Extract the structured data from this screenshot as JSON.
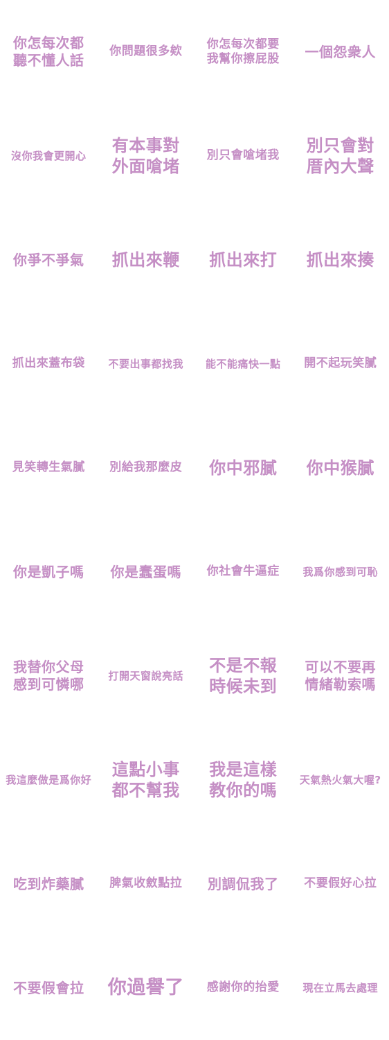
{
  "stickers": [
    {
      "text": "你怎每次都\n聽不懂人話",
      "size": "m"
    },
    {
      "text": "你問題很多欸",
      "size": "s"
    },
    {
      "text": "你怎每次都要\n我幫你擦屁股",
      "size": "s"
    },
    {
      "text": "一個怨衆人",
      "size": "m"
    },
    {
      "text": "沒你我會更開心",
      "size": "xs"
    },
    {
      "text": "有本事對\n外面嗆堵",
      "size": "l"
    },
    {
      "text": "別只會嗆堵我",
      "size": "s"
    },
    {
      "text": "別只會對\n厝內大聲",
      "size": "l"
    },
    {
      "text": "你爭不爭氣",
      "size": "m"
    },
    {
      "text": "抓出來鞭",
      "size": "l"
    },
    {
      "text": "抓出來打",
      "size": "l"
    },
    {
      "text": "抓出來揍",
      "size": "l"
    },
    {
      "text": "抓出來蓋布袋",
      "size": "s"
    },
    {
      "text": "不要出事都找我",
      "size": "xs"
    },
    {
      "text": "能不能痛快一點",
      "size": "xs"
    },
    {
      "text": "開不起玩笑膩",
      "size": "s"
    },
    {
      "text": "見笑轉生氣膩",
      "size": "s"
    },
    {
      "text": "別給我那麼皮",
      "size": "s"
    },
    {
      "text": "你中邪膩",
      "size": "l"
    },
    {
      "text": "你中猴膩",
      "size": "l"
    },
    {
      "text": "你是凱子嗎",
      "size": "m"
    },
    {
      "text": "你是蠢蛋嗎",
      "size": "m"
    },
    {
      "text": "你社會牛逼症",
      "size": "s"
    },
    {
      "text": "我爲你感到可恥",
      "size": "xs"
    },
    {
      "text": "我替你父母\n感到可憐哪",
      "size": "m"
    },
    {
      "text": "打開天窗說亮話",
      "size": "xs"
    },
    {
      "text": "不是不報\n時候未到",
      "size": "l"
    },
    {
      "text": "可以不要再\n情緒勒索嗎",
      "size": "m"
    },
    {
      "text": "我這麼做是爲你好",
      "size": "xs"
    },
    {
      "text": "這點小事\n都不幫我",
      "size": "l"
    },
    {
      "text": "我是這樣\n教你的嗎",
      "size": "l"
    },
    {
      "text": "天氣熱火氣大喔?",
      "size": "xs"
    },
    {
      "text": "吃到炸藥膩",
      "size": "m"
    },
    {
      "text": "脾氣收斂點拉",
      "size": "s"
    },
    {
      "text": "別調侃我了",
      "size": "m"
    },
    {
      "text": "不要假好心拉",
      "size": "s"
    },
    {
      "text": "不要假會拉",
      "size": "m"
    },
    {
      "text": "你過譽了",
      "size": "xl"
    },
    {
      "text": "感謝你的抬愛",
      "size": "s"
    },
    {
      "text": "現在立馬去處理",
      "size": "xs"
    }
  ],
  "colors": {
    "text": "#c58fc5",
    "background": "#ffffff"
  }
}
